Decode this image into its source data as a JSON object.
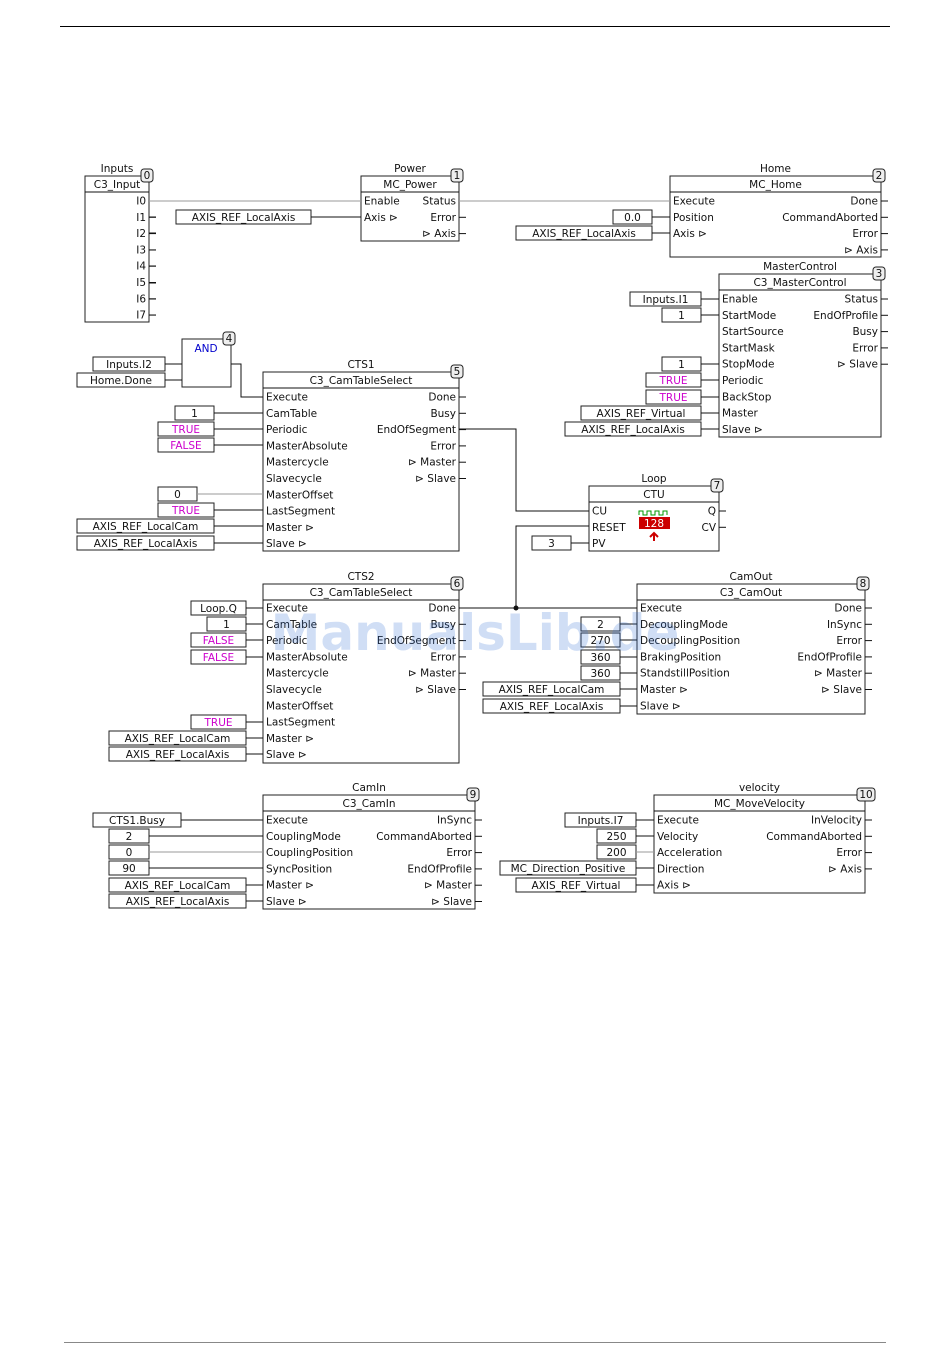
{
  "watermark": "ManualsLib.de",
  "colors": {
    "keyword": "#cc00cc",
    "and_label": "#0000cc",
    "counter": "#cc0000",
    "counter_wave": "#009900"
  },
  "blocks": [
    {
      "id": "b0",
      "title": "Inputs",
      "type": "C3_Input",
      "num": "0",
      "inputs": [],
      "outputs": [
        "I0",
        "I1",
        "I2",
        "I3",
        "I4",
        "I5",
        "I6",
        "I7"
      ]
    },
    {
      "id": "b1",
      "title": "Power",
      "type": "MC_Power",
      "num": "1",
      "inputs": [
        "Enable",
        "Axis ⊳"
      ],
      "outputs": [
        "Status",
        "Error",
        "⊳ Axis"
      ]
    },
    {
      "id": "b2",
      "title": "Home",
      "type": "MC_Home",
      "num": "2",
      "inputs": [
        "Execute",
        "Position",
        "Axis ⊳"
      ],
      "outputs": [
        "Done",
        "CommandAborted",
        "Error",
        "⊳ Axis"
      ]
    },
    {
      "id": "b3",
      "title": "MasterControl",
      "type": "C3_MasterControl",
      "num": "3",
      "inputs": [
        "Enable",
        "StartMode",
        "StartSource",
        "StartMask",
        "StopMode",
        "Periodic",
        "BackStop",
        "Master",
        "Slave ⊳"
      ],
      "outputs": [
        "Status",
        "EndOfProfile",
        "Busy",
        "Error",
        "⊳ Slave"
      ]
    },
    {
      "id": "b4",
      "title": "",
      "type": "AND",
      "num": "4",
      "inputs": [],
      "outputs": []
    },
    {
      "id": "b5",
      "title": "CTS1",
      "type": "C3_CamTableSelect",
      "num": "5",
      "inputs": [
        "Execute",
        "CamTable",
        "Periodic",
        "MasterAbsolute",
        "Mastercycle",
        "Slavecycle",
        "MasterOffset",
        "LastSegment",
        "Master ⊳",
        "Slave ⊳"
      ],
      "outputs": [
        "Done",
        "Busy",
        "EndOfSegment",
        "Error",
        "⊳ Master",
        "⊳ Slave"
      ]
    },
    {
      "id": "b6",
      "title": "CTS2",
      "type": "C3_CamTableSelect",
      "num": "6",
      "inputs": [
        "Execute",
        "CamTable",
        "Periodic",
        "MasterAbsolute",
        "Mastercycle",
        "Slavecycle",
        "MasterOffset",
        "LastSegment",
        "Master ⊳",
        "Slave ⊳"
      ],
      "outputs": [
        "Done",
        "Busy",
        "EndOfSegment",
        "Error",
        "⊳ Master",
        "⊳ Slave"
      ]
    },
    {
      "id": "b7",
      "title": "Loop",
      "type": "CTU",
      "num": "7",
      "inputs": [
        "CU",
        "RESET",
        "PV"
      ],
      "outputs": [
        "Q",
        "CV"
      ],
      "counter_display": "128"
    },
    {
      "id": "b8",
      "title": "CamOut",
      "type": "C3_CamOut",
      "num": "8",
      "inputs": [
        "Execute",
        "DecouplingMode",
        "DecouplingPosition",
        "BrakingPosition",
        "StandstillPosition",
        "Master ⊳",
        "Slave ⊳"
      ],
      "outputs": [
        "Done",
        "InSync",
        "Error",
        "EndOfProfile",
        "⊳ Master",
        "⊳ Slave"
      ]
    },
    {
      "id": "b9",
      "title": "CamIn",
      "type": "C3_CamIn",
      "num": "9",
      "inputs": [
        "Execute",
        "CouplingMode",
        "CouplingPosition",
        "SyncPosition",
        "Master ⊳",
        "Slave ⊳"
      ],
      "outputs": [
        "InSync",
        "CommandAborted",
        "Error",
        "EndOfProfile",
        "⊳ Master",
        "⊳ Slave"
      ]
    },
    {
      "id": "b10",
      "title": "velocity",
      "type": "MC_MoveVelocity",
      "num": "10",
      "inputs": [
        "Execute",
        "Velocity",
        "Acceleration",
        "Direction",
        "Axis ⊳"
      ],
      "outputs": [
        "InVelocity",
        "CommandAborted",
        "Error",
        "⊳ Axis"
      ]
    }
  ],
  "variables": [
    {
      "id": "v1",
      "text": "AXIS_REF_LocalAxis",
      "keyword": false
    },
    {
      "id": "v2",
      "text": "0.0",
      "keyword": false
    },
    {
      "id": "v3",
      "text": "AXIS_REF_LocalAxis",
      "keyword": false
    },
    {
      "id": "v4",
      "text": "Inputs.I1",
      "keyword": false
    },
    {
      "id": "v5",
      "text": "1",
      "keyword": false
    },
    {
      "id": "v6",
      "text": "1",
      "keyword": false
    },
    {
      "id": "v7",
      "text": "TRUE",
      "keyword": true
    },
    {
      "id": "v8",
      "text": "TRUE",
      "keyword": true
    },
    {
      "id": "v9",
      "text": "AXIS_REF_Virtual",
      "keyword": false
    },
    {
      "id": "v10",
      "text": "AXIS_REF_LocalAxis",
      "keyword": false
    },
    {
      "id": "v11",
      "text": "Inputs.I2",
      "keyword": false
    },
    {
      "id": "v12",
      "text": "Home.Done",
      "keyword": false
    },
    {
      "id": "v13",
      "text": "1",
      "keyword": false
    },
    {
      "id": "v14",
      "text": "TRUE",
      "keyword": true
    },
    {
      "id": "v15",
      "text": "FALSE",
      "keyword": true
    },
    {
      "id": "v16",
      "text": "0",
      "keyword": false
    },
    {
      "id": "v17",
      "text": "TRUE",
      "keyword": true
    },
    {
      "id": "v18",
      "text": "AXIS_REF_LocalCam",
      "keyword": false
    },
    {
      "id": "v19",
      "text": "AXIS_REF_LocalAxis",
      "keyword": false
    },
    {
      "id": "v20",
      "text": "3",
      "keyword": false
    },
    {
      "id": "v21",
      "text": "Loop.Q",
      "keyword": false
    },
    {
      "id": "v22",
      "text": "1",
      "keyword": false
    },
    {
      "id": "v23",
      "text": "FALSE",
      "keyword": true
    },
    {
      "id": "v24",
      "text": "FALSE",
      "keyword": true
    },
    {
      "id": "v25",
      "text": "TRUE",
      "keyword": true
    },
    {
      "id": "v26",
      "text": "AXIS_REF_LocalCam",
      "keyword": false
    },
    {
      "id": "v27",
      "text": "AXIS_REF_LocalAxis",
      "keyword": false
    },
    {
      "id": "v28",
      "text": "2",
      "keyword": false
    },
    {
      "id": "v29",
      "text": "270",
      "keyword": false
    },
    {
      "id": "v30",
      "text": "360",
      "keyword": false
    },
    {
      "id": "v31",
      "text": "360",
      "keyword": false
    },
    {
      "id": "v32",
      "text": "AXIS_REF_LocalCam",
      "keyword": false
    },
    {
      "id": "v33",
      "text": "AXIS_REF_LocalAxis",
      "keyword": false
    },
    {
      "id": "v34",
      "text": "CTS1.Busy",
      "keyword": false
    },
    {
      "id": "v35",
      "text": "2",
      "keyword": false
    },
    {
      "id": "v36",
      "text": "0",
      "keyword": false
    },
    {
      "id": "v37",
      "text": "90",
      "keyword": false
    },
    {
      "id": "v38",
      "text": "AXIS_REF_LocalCam",
      "keyword": false
    },
    {
      "id": "v39",
      "text": "AXIS_REF_LocalAxis",
      "keyword": false
    },
    {
      "id": "v40",
      "text": "Inputs.I7",
      "keyword": false
    },
    {
      "id": "v41",
      "text": "250",
      "keyword": false
    },
    {
      "id": "v42",
      "text": "200",
      "keyword": false
    },
    {
      "id": "v43",
      "text": "MC_Direction_Positive",
      "keyword": false
    },
    {
      "id": "v44",
      "text": "AXIS_REF_Virtual",
      "keyword": false
    }
  ]
}
